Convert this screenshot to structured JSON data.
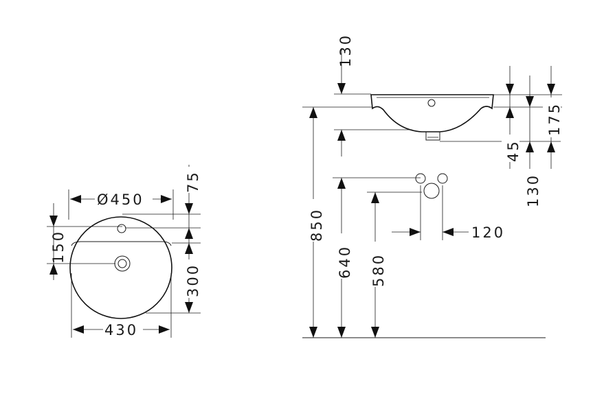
{
  "dimensions": {
    "top_view": {
      "diameter_outer": "Ø450",
      "width_bottom": "430",
      "right_75": "75",
      "right_300": "300",
      "left_150": "150"
    },
    "side_view": {
      "top_130": "130",
      "total_850": "850",
      "depth_175": "175",
      "drain_45": "45",
      "right_130": "130",
      "pipe_640": "640",
      "pipe_580": "580",
      "spacing_120": "120"
    }
  }
}
